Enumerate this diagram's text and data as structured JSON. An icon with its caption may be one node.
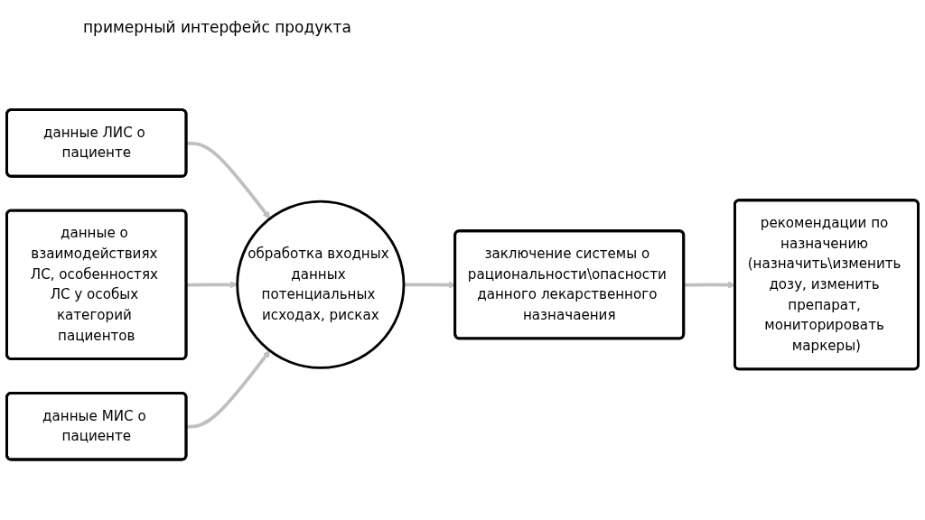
{
  "diagram": {
    "title": "примерный интерфейс продукта",
    "nodes": [
      {
        "text": [
          "данные о взаимодействиях ЛС, особенностях ЛС у особых категорий пациентов"
        ]
      },
      {
        "text": [
          "данные ЛИС о пациенте"
        ]
      },
      {
        "text": [
          "заключение системы о рациональности\\опасности данного лекарственного назначаения"
        ]
      },
      {
        "text": [
          "данные МИС о пациенте"
        ]
      },
      {
        "text": [
          "обработка входных данных потенциальных исходах, рисках"
        ]
      },
      {
        "text": [
          "рекомендации по назначению (назначить\\изменить дозу, изменить препарат, мониторировать маркеры)"
        ]
      }
    ],
    "edges": [
      {
        "from": 1,
        "to": 4,
        "arrow": "to",
        "color": "#bfbfbf"
      },
      {
        "from": 0,
        "to": 4,
        "arrow": "to",
        "color": "#bfbfbf"
      },
      {
        "from": 3,
        "to": 4,
        "arrow": "to",
        "color": "#bfbfbf"
      },
      {
        "from": 4,
        "to": 2,
        "arrow": "to",
        "color": "#bfbfbf"
      },
      {
        "from": 2,
        "to": 5,
        "arrow": "to",
        "color": "#bfbfbf"
      }
    ]
  }
}
